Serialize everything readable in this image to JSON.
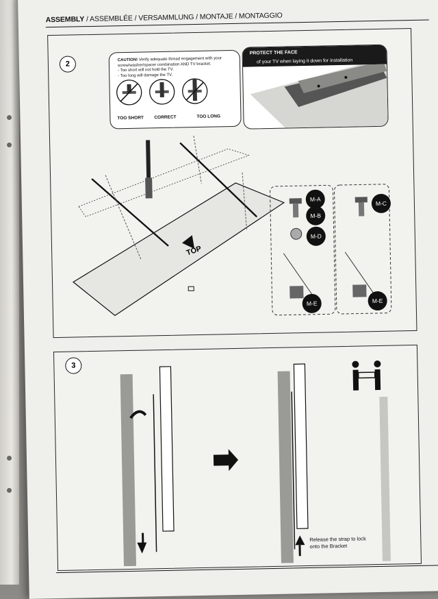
{
  "header": {
    "title_bold": "ASSEMBLY",
    "title_rest": " / ASSEMBLÉE / VERSAMMLUNG / MONTAJE / MONTAGGIO"
  },
  "step2": {
    "number": "2",
    "caution": {
      "heading": "CAUTION!",
      "text": " Verify adequate thread engagement with your screw/washer/spacer combination AND TV bracket.",
      "line1": "- Too short will not hold the TV.",
      "line2": "- Too long will damage the TV.",
      "labels": [
        "TOO SHORT",
        "CORRECT",
        "TOO LONG"
      ]
    },
    "protect": {
      "bold": "PROTECT THE FACE",
      "rest": " of your TV when laying it down for installation"
    },
    "top_label": "TOP",
    "tags": [
      "M-A",
      "M-B",
      "M-D",
      "M-E",
      "M-C",
      "M-E"
    ]
  },
  "step3": {
    "number": "3",
    "release_text_1": "Release the strap to lock",
    "release_text_2": "onto the Bracket"
  }
}
